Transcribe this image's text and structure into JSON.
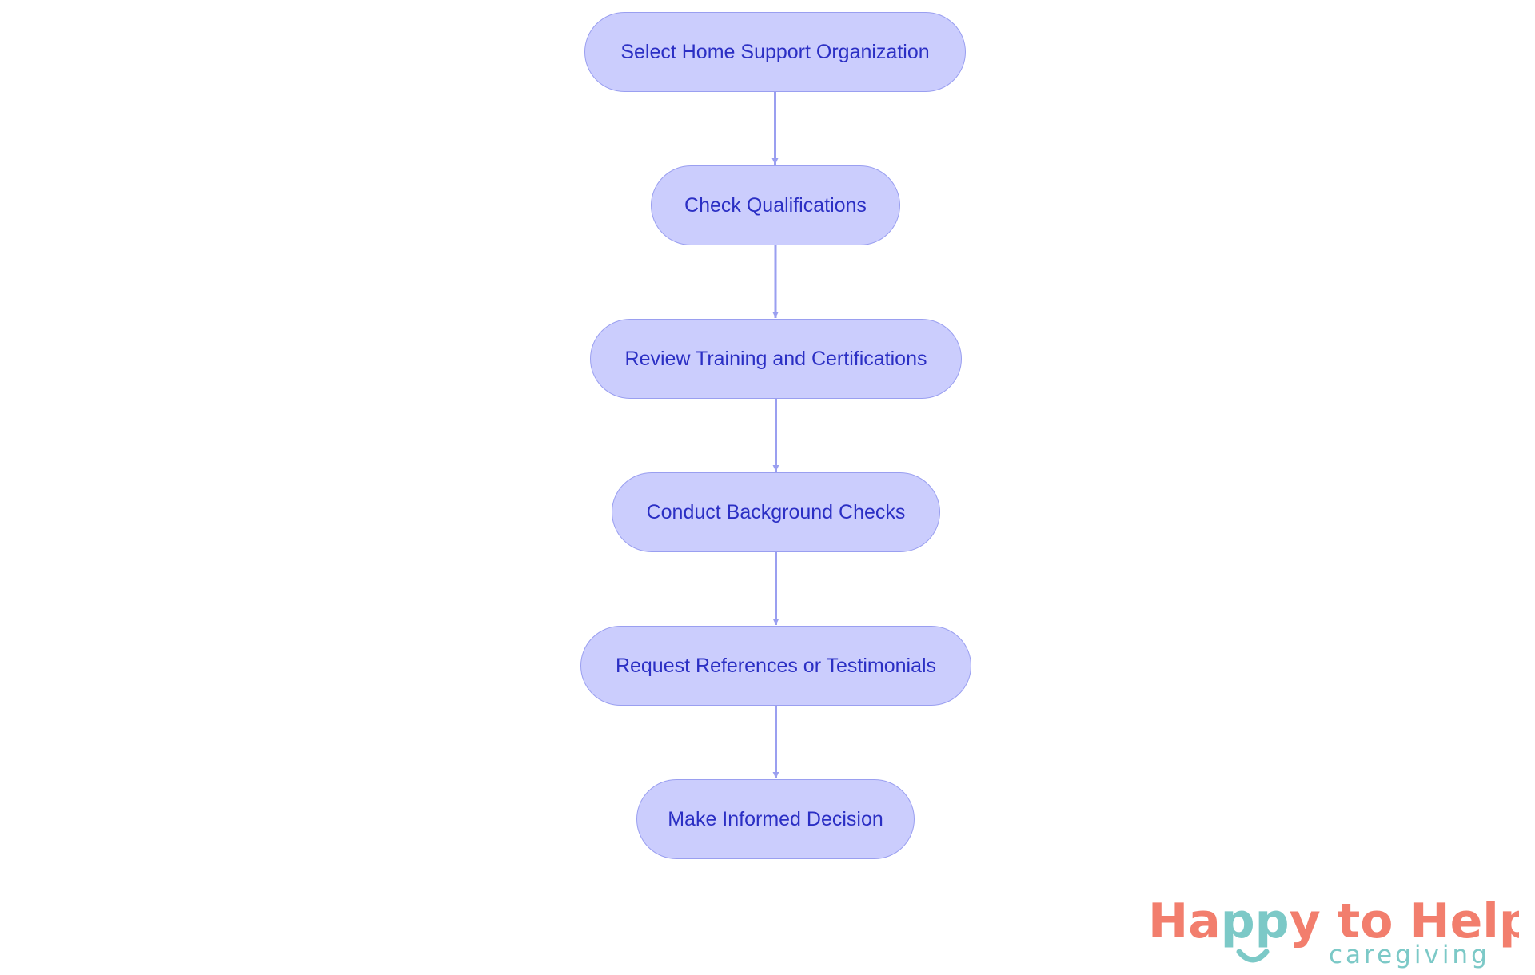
{
  "diagram": {
    "steps": [
      {
        "id": "n1",
        "label": "Select Home Support Organization"
      },
      {
        "id": "n2",
        "label": "Check Qualifications"
      },
      {
        "id": "n3",
        "label": "Review Training and Certifications"
      },
      {
        "id": "n4",
        "label": "Conduct Background Checks"
      },
      {
        "id": "n5",
        "label": "Request References or Testimonials"
      },
      {
        "id": "n6",
        "label": "Make Informed Decision"
      }
    ],
    "edges": [
      {
        "from": "n1",
        "to": "n2"
      },
      {
        "from": "n2",
        "to": "n3"
      },
      {
        "from": "n3",
        "to": "n4"
      },
      {
        "from": "n4",
        "to": "n5"
      },
      {
        "from": "n5",
        "to": "n6"
      }
    ],
    "colors": {
      "node_fill": "#cbcdfd",
      "node_border": "#9a9ff0",
      "node_text": "#2b2fc4",
      "edge": "#9a9ff0"
    }
  },
  "logo": {
    "brand": "Happy to Help",
    "tagline": "caregiving",
    "colors": {
      "primary": "#f27e6d",
      "secondary": "#7cc9c7"
    }
  }
}
